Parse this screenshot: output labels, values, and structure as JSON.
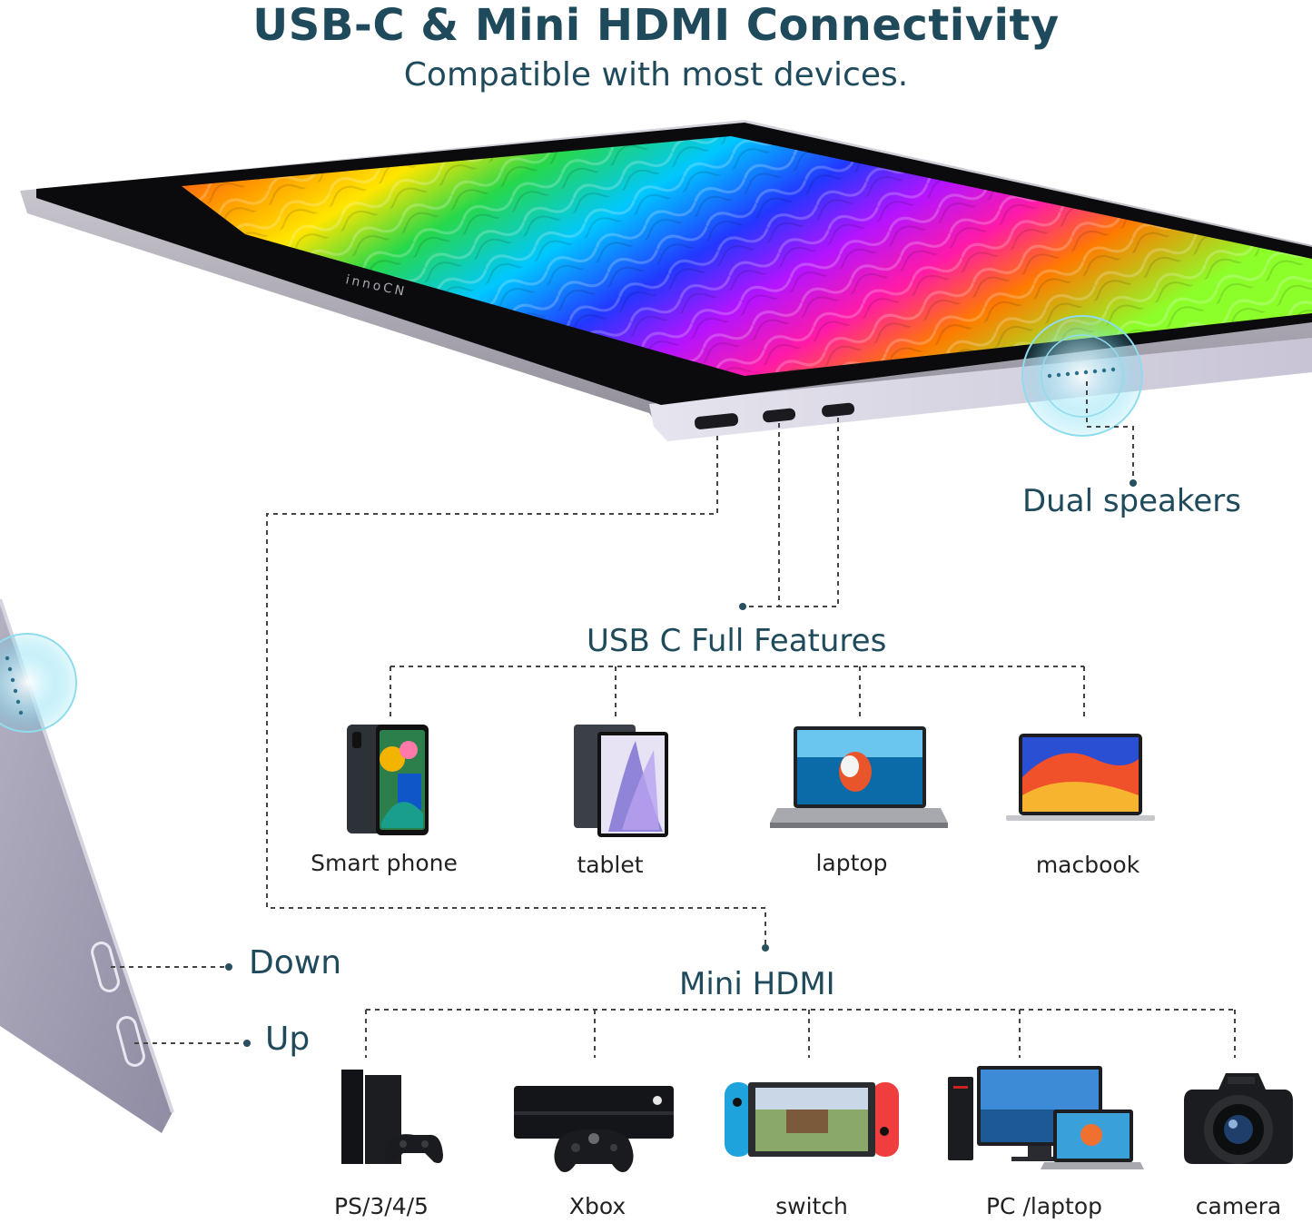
{
  "header": {
    "title": "USB-C  &  Mini HDMI Connectivity",
    "subtitle": "Compatible with most devices."
  },
  "monitor": {
    "brand": "innoCN"
  },
  "labels": {
    "dual_speakers": "Dual speakers",
    "usb_c": "USB C Full Features",
    "mini_hdmi": "Mini HDMI",
    "down": "Down",
    "up": "Up"
  },
  "usb_devices": [
    {
      "label": "Smart phone",
      "icon": "smartphone-icon"
    },
    {
      "label": "tablet",
      "icon": "tablet-icon"
    },
    {
      "label": "laptop",
      "icon": "laptop-icon"
    },
    {
      "label": "macbook",
      "icon": "macbook-icon"
    }
  ],
  "hdmi_devices": [
    {
      "label": "PS/3/4/5",
      "icon": "playstation-icon"
    },
    {
      "label": "Xbox",
      "icon": "xbox-icon"
    },
    {
      "label": "switch",
      "icon": "switch-icon"
    },
    {
      "label": "PC /laptop",
      "icon": "pc-laptop-icon"
    },
    {
      "label": "camera",
      "icon": "camera-icon"
    }
  ],
  "colors": {
    "heading": "#1f4a5c",
    "speaker_glow": "#4fd2ee",
    "switch_blue": "#1ea3dc",
    "switch_red": "#f03e3e"
  }
}
